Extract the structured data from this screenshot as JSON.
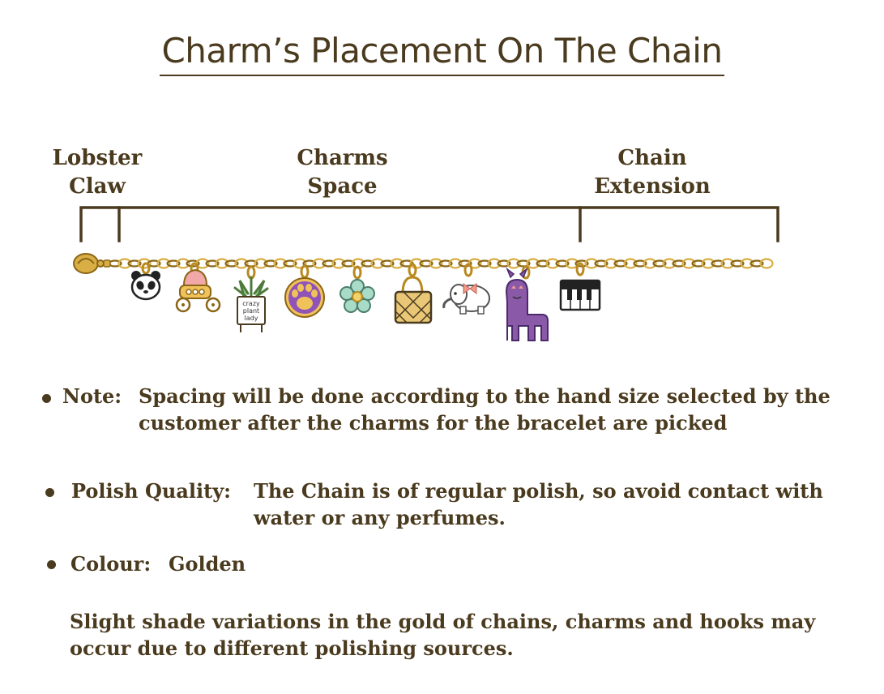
{
  "title": "Charm’s Placement On The Chain",
  "segments": [
    {
      "line1": "Lobster",
      "line2": "Claw"
    },
    {
      "line1": "Charms",
      "line2": "Space"
    },
    {
      "line1": "Chain",
      "line2": "Extension"
    }
  ],
  "plant_pot_text": [
    "crazy",
    "plant",
    "lady"
  ],
  "notes": [
    {
      "label": "Note:",
      "lines": [
        "Spacing will be done according to the hand size selected by the",
        "customer after the charms for the bracelet are picked"
      ]
    },
    {
      "label": "Polish Quality:",
      "lines": [
        "The Chain is of regular polish, so avoid contact with",
        "water or any perfumes."
      ]
    },
    {
      "label": "Colour:",
      "lines": [
        "Golden"
      ]
    }
  ],
  "footer": [
    "Slight shade variations in the gold of chains, charms and hooks may",
    "occur due to different polishing sources."
  ],
  "colors": {
    "text": "#4a3a1e",
    "gold": "#d8ae45",
    "gold_dark": "#8a6516"
  },
  "icons": [
    "lobster-clasp-icon",
    "panda-charm-icon",
    "carriage-charm-icon",
    "plant-pot-charm-icon",
    "paw-charm-icon",
    "flower-charm-icon",
    "handbag-charm-icon",
    "elephant-charm-icon",
    "llama-charm-icon",
    "piano-charm-icon"
  ]
}
